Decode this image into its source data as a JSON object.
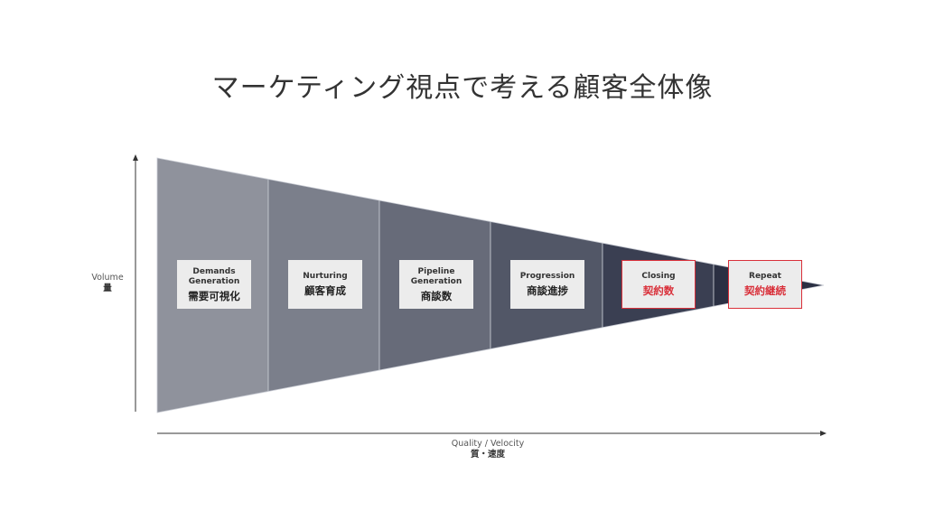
{
  "title": "マーケティング視点で考える顧客全体像",
  "y_axis": {
    "en": "Volume",
    "ja": "量"
  },
  "x_axis": {
    "en": "Quality / Velocity",
    "ja": "質・速度"
  },
  "stages": [
    {
      "en": "Demands\nGeneration",
      "ja": "需要可視化",
      "highlight": false,
      "color": "#8f929c"
    },
    {
      "en": "Nurturing",
      "ja": "顧客育成",
      "highlight": false,
      "color": "#7b7f8b"
    },
    {
      "en": "Pipeline\nGeneration",
      "ja": "商談数",
      "highlight": false,
      "color": "#676b79"
    },
    {
      "en": "Progression",
      "ja": "商談進捗",
      "highlight": false,
      "color": "#525767"
    },
    {
      "en": "Closing",
      "ja": "契約数",
      "highlight": true,
      "color": "#3a3f52"
    },
    {
      "en": "Repeat",
      "ja": "契約継続",
      "highlight": true,
      "color": "#2b3043"
    }
  ],
  "colors": {
    "highlight": "#d9303a",
    "tip": "#2b3043"
  }
}
